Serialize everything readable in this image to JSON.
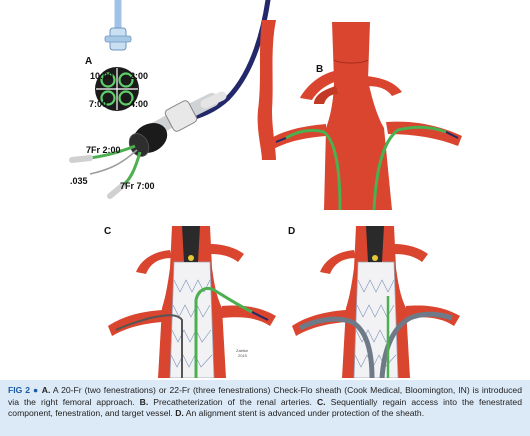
{
  "figure": {
    "panels": {
      "a": {
        "letter": "A"
      },
      "b": {
        "letter": "B"
      },
      "c": {
        "letter": "C"
      },
      "d": {
        "letter": "D"
      }
    },
    "clock_labels": {
      "ten": "10:00",
      "two": "2:00",
      "seven": "7:00",
      "four": "4:00"
    },
    "port_labels": {
      "upper": "7Fr 2:00",
      "wire": ".035",
      "lower": "7Fr 7:00"
    },
    "artist_signature": {
      "name": "Zabtke",
      "year": "2015"
    },
    "colors": {
      "artery": "#d9452e",
      "artery_dark": "#a52a1a",
      "wire_green": "#4caf50",
      "catheter_navy": "#23286a",
      "sheath_black": "#1b1b1b",
      "caption_bg": "#dce9f6",
      "caption_label": "#1a5aa6"
    }
  },
  "caption": {
    "label": "FIG 2",
    "bullet": "●",
    "seg1_bold": "A.",
    "seg1_text": " A 20-Fr (two fenestrations) or 22-Fr (three fenestrations) Check-Flo sheath (Cook Medical, Bloomington, IN) is introduced via the right femoral approach. ",
    "seg2_bold": "B.",
    "seg2_text": " Precatheterization of the renal arteries. ",
    "seg3_bold": "C.",
    "seg3_text": " Sequentially regain access into the fenestrated component, fenestration, and target vessel. ",
    "seg4_bold": "D.",
    "seg4_text": " An alignment stent is advanced under protection of the sheath."
  }
}
